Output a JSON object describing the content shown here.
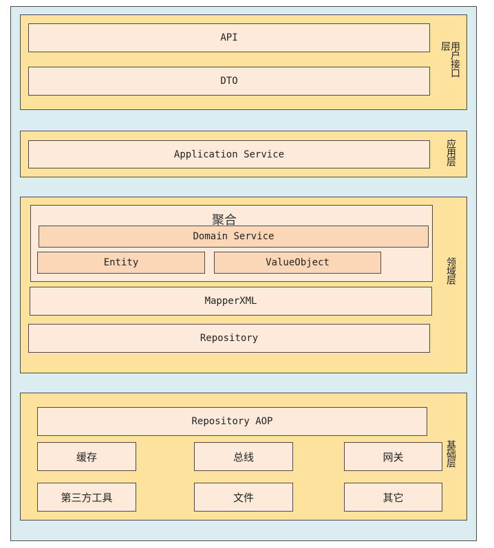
{
  "user_interface_layer": {
    "label": "用户接口层",
    "boxes": [
      "API",
      "DTO"
    ]
  },
  "application_layer": {
    "label": "应用层",
    "boxes": [
      "Application Service"
    ]
  },
  "domain_layer": {
    "label": "领域层",
    "aggregate": {
      "title": "聚合",
      "service": "Domain Service",
      "entity": "Entity",
      "value_object": "ValueObject"
    },
    "mapper": "MapperXML",
    "repository": "Repository"
  },
  "infrastructure_layer": {
    "label": "基础层",
    "repository_aop": "Repository AOP",
    "row1": [
      "缓存",
      "总线",
      "网关"
    ],
    "row2": [
      "第三方工具",
      "文件",
      "其它"
    ]
  }
}
